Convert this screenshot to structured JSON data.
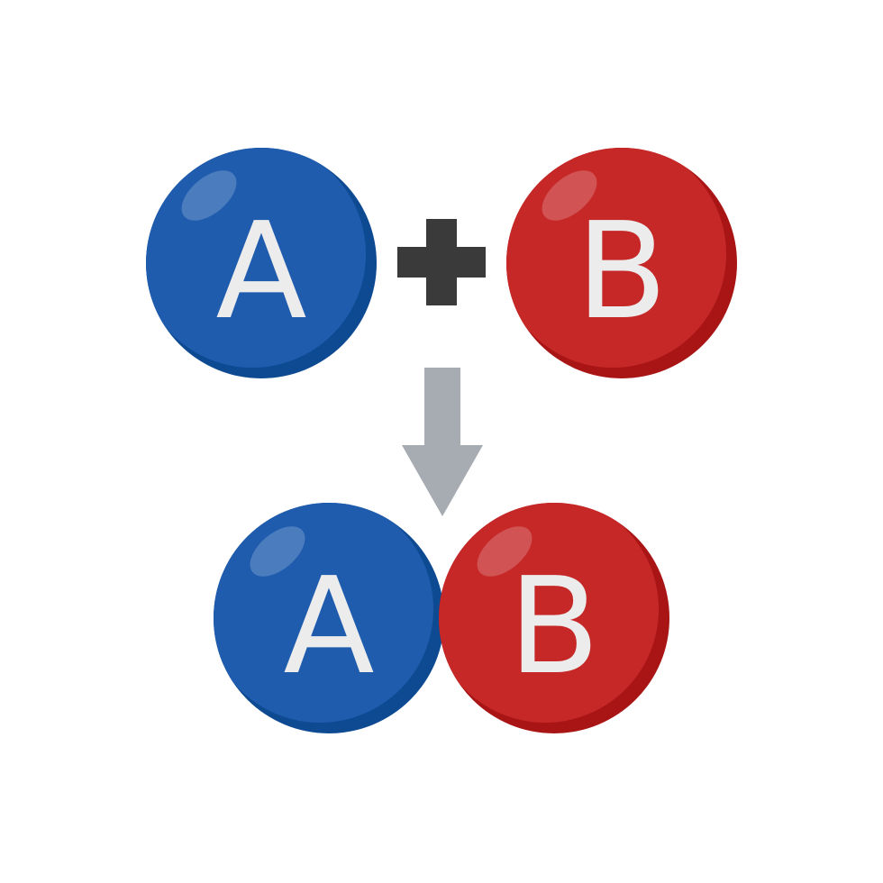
{
  "reaction": {
    "reactants": [
      {
        "symbol": "A",
        "color": "#1f5cae",
        "shadow": "#0e4a92"
      },
      {
        "symbol": "B",
        "color": "#c62828",
        "shadow": "#a91515"
      }
    ],
    "operator": "+",
    "operator_color": "#3a3a3a",
    "arrow_color": "#a7abb2",
    "product": [
      {
        "symbol": "A",
        "color": "#1f5cae",
        "shadow": "#0e4a92"
      },
      {
        "symbol": "B",
        "color": "#c62828",
        "shadow": "#a91515"
      }
    ],
    "label_color": "#ececec"
  }
}
